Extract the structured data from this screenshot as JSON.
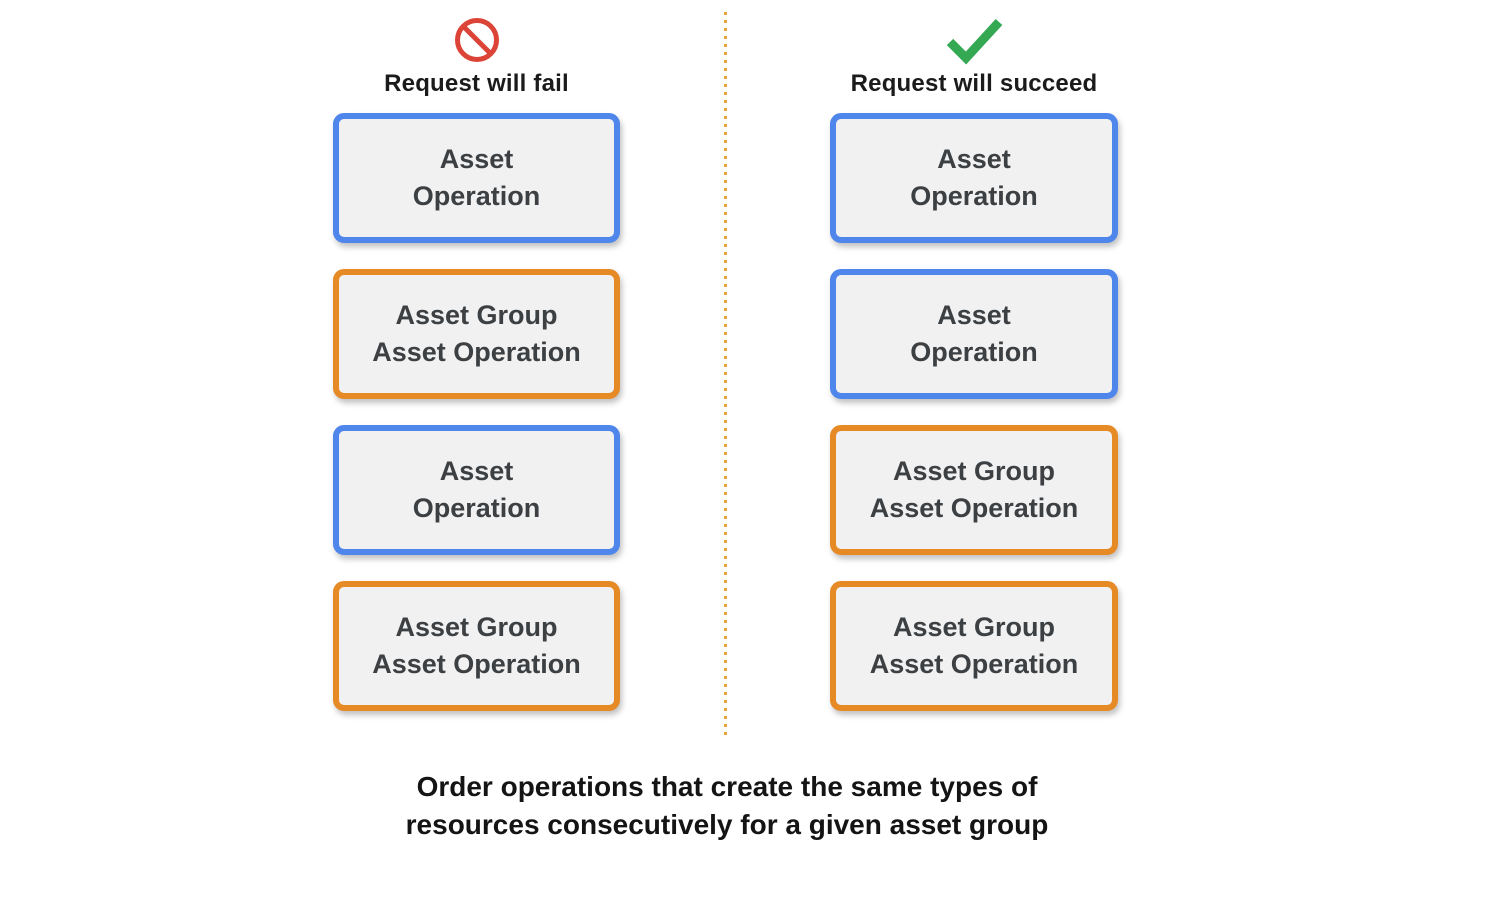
{
  "columns": [
    {
      "id": "fail",
      "icon": "prohibition-icon",
      "title": "Request will fail",
      "boxes": [
        {
          "type": "asset",
          "line1": "Asset",
          "line2": "Operation"
        },
        {
          "type": "asset-group",
          "line1": "Asset Group",
          "line2": "Asset Operation"
        },
        {
          "type": "asset",
          "line1": "Asset",
          "line2": "Operation"
        },
        {
          "type": "asset-group",
          "line1": "Asset Group",
          "line2": "Asset Operation"
        }
      ]
    },
    {
      "id": "succeed",
      "icon": "checkmark-icon",
      "title": "Request will succeed",
      "boxes": [
        {
          "type": "asset",
          "line1": "Asset",
          "line2": "Operation"
        },
        {
          "type": "asset",
          "line1": "Asset",
          "line2": "Operation"
        },
        {
          "type": "asset-group",
          "line1": "Asset Group",
          "line2": "Asset Operation"
        },
        {
          "type": "asset-group",
          "line1": "Asset Group",
          "line2": "Asset Operation"
        }
      ]
    }
  ],
  "caption": {
    "line1": "Order operations that create the same types of",
    "line2": "resources consecutively for a given asset group"
  },
  "colors": {
    "asset_operation_border": "#4E86EC",
    "asset_group_operation_border": "#E68A26",
    "box_fill": "#F1F1F2",
    "box_text": "#3C4043",
    "fail_icon": "#DB4437",
    "succeed_icon": "#34A853",
    "divider_dots": "#E8A33D",
    "background": "#FFFFFF"
  }
}
